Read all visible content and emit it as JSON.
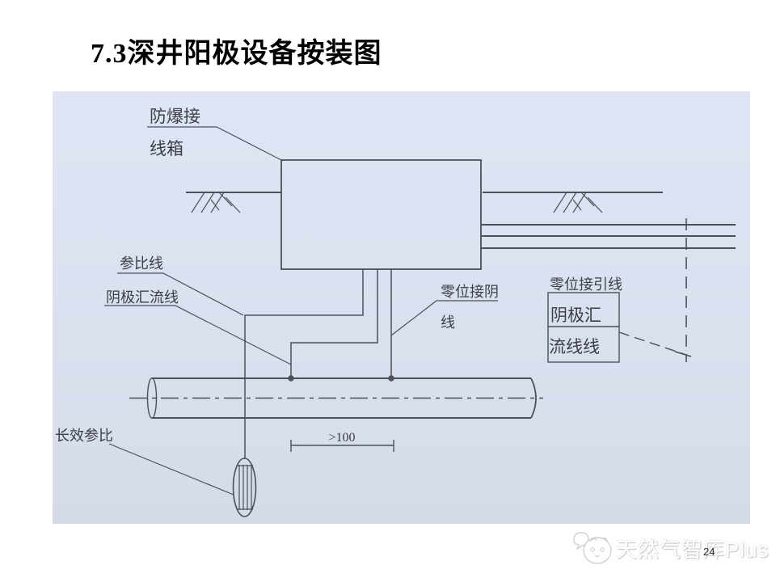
{
  "slide": {
    "title": "7.3深井阳极设备按装图",
    "page_number": "24"
  },
  "watermark": {
    "brand": "天然气智库Plus",
    "logo": "mascot-speech-bubble-icon"
  },
  "diagram": {
    "type": "engineering-installation-drawing",
    "labels": {
      "junction_box_l1": "防爆接",
      "junction_box_l2": "线箱",
      "reference_line": "参比线",
      "cathode_bus_line": "阴极汇流线",
      "zero_cathode_l1": "零位接阴",
      "zero_cathode_l2": "线",
      "zero_lead_line": "零位接引线",
      "right_box_row1": "阴极汇",
      "right_box_row2": "流线线",
      "long_life_reference": "长效参比",
      "dimension_min_spacing": ">100"
    },
    "colors": {
      "background": "#dce2f1",
      "line": "#4b505a",
      "text": "#3a3e47"
    }
  }
}
